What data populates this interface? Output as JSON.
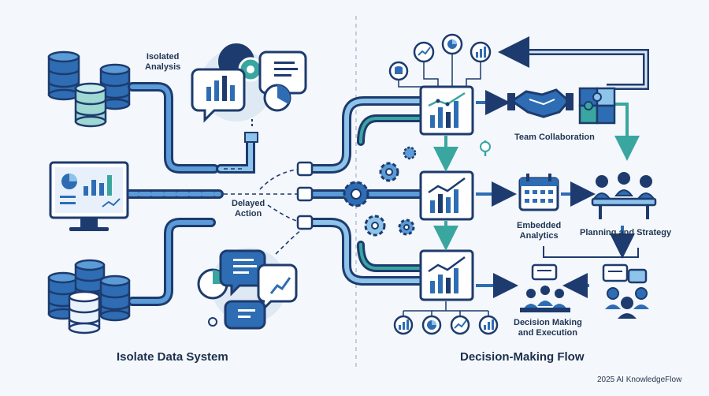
{
  "labels": {
    "isolated_analysis": "Isolated Analysis",
    "delayed_action": "Delayed Action",
    "team_collaboration": "Team Collaboration",
    "embedded_analytics": "Embedded Analytics",
    "planning_strategy": "Planning and Strategy",
    "decision_execution": "Decision Making and Execution",
    "isolate_title": "Isolate Data System",
    "flow_title": "Decision-Making Flow",
    "footer": "2025 AI KnowledgeFlow"
  },
  "colors": {
    "navy": "#1d3b6e",
    "blue": "#2e6db4",
    "light_blue": "#8ec3ea",
    "teal": "#3aa6a0",
    "background": "#f4f7fb"
  }
}
